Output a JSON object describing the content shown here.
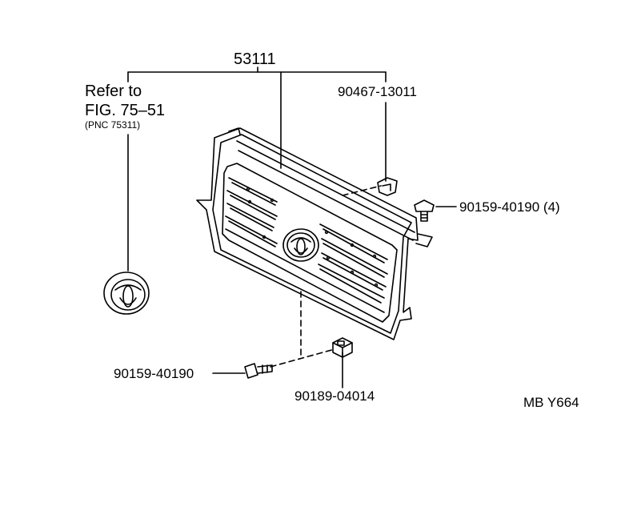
{
  "callouts": {
    "main_part": "53111",
    "refer_line1": "Refer to",
    "refer_line2": "FIG. 75–51",
    "refer_line3": "(PNC 75311)",
    "clip_upper": "90467-13011",
    "screw_right": "90159-40190 (4)",
    "screw_left": "90159-40190",
    "nut": "90189-04014"
  },
  "footer": {
    "code": "MB Y664"
  }
}
